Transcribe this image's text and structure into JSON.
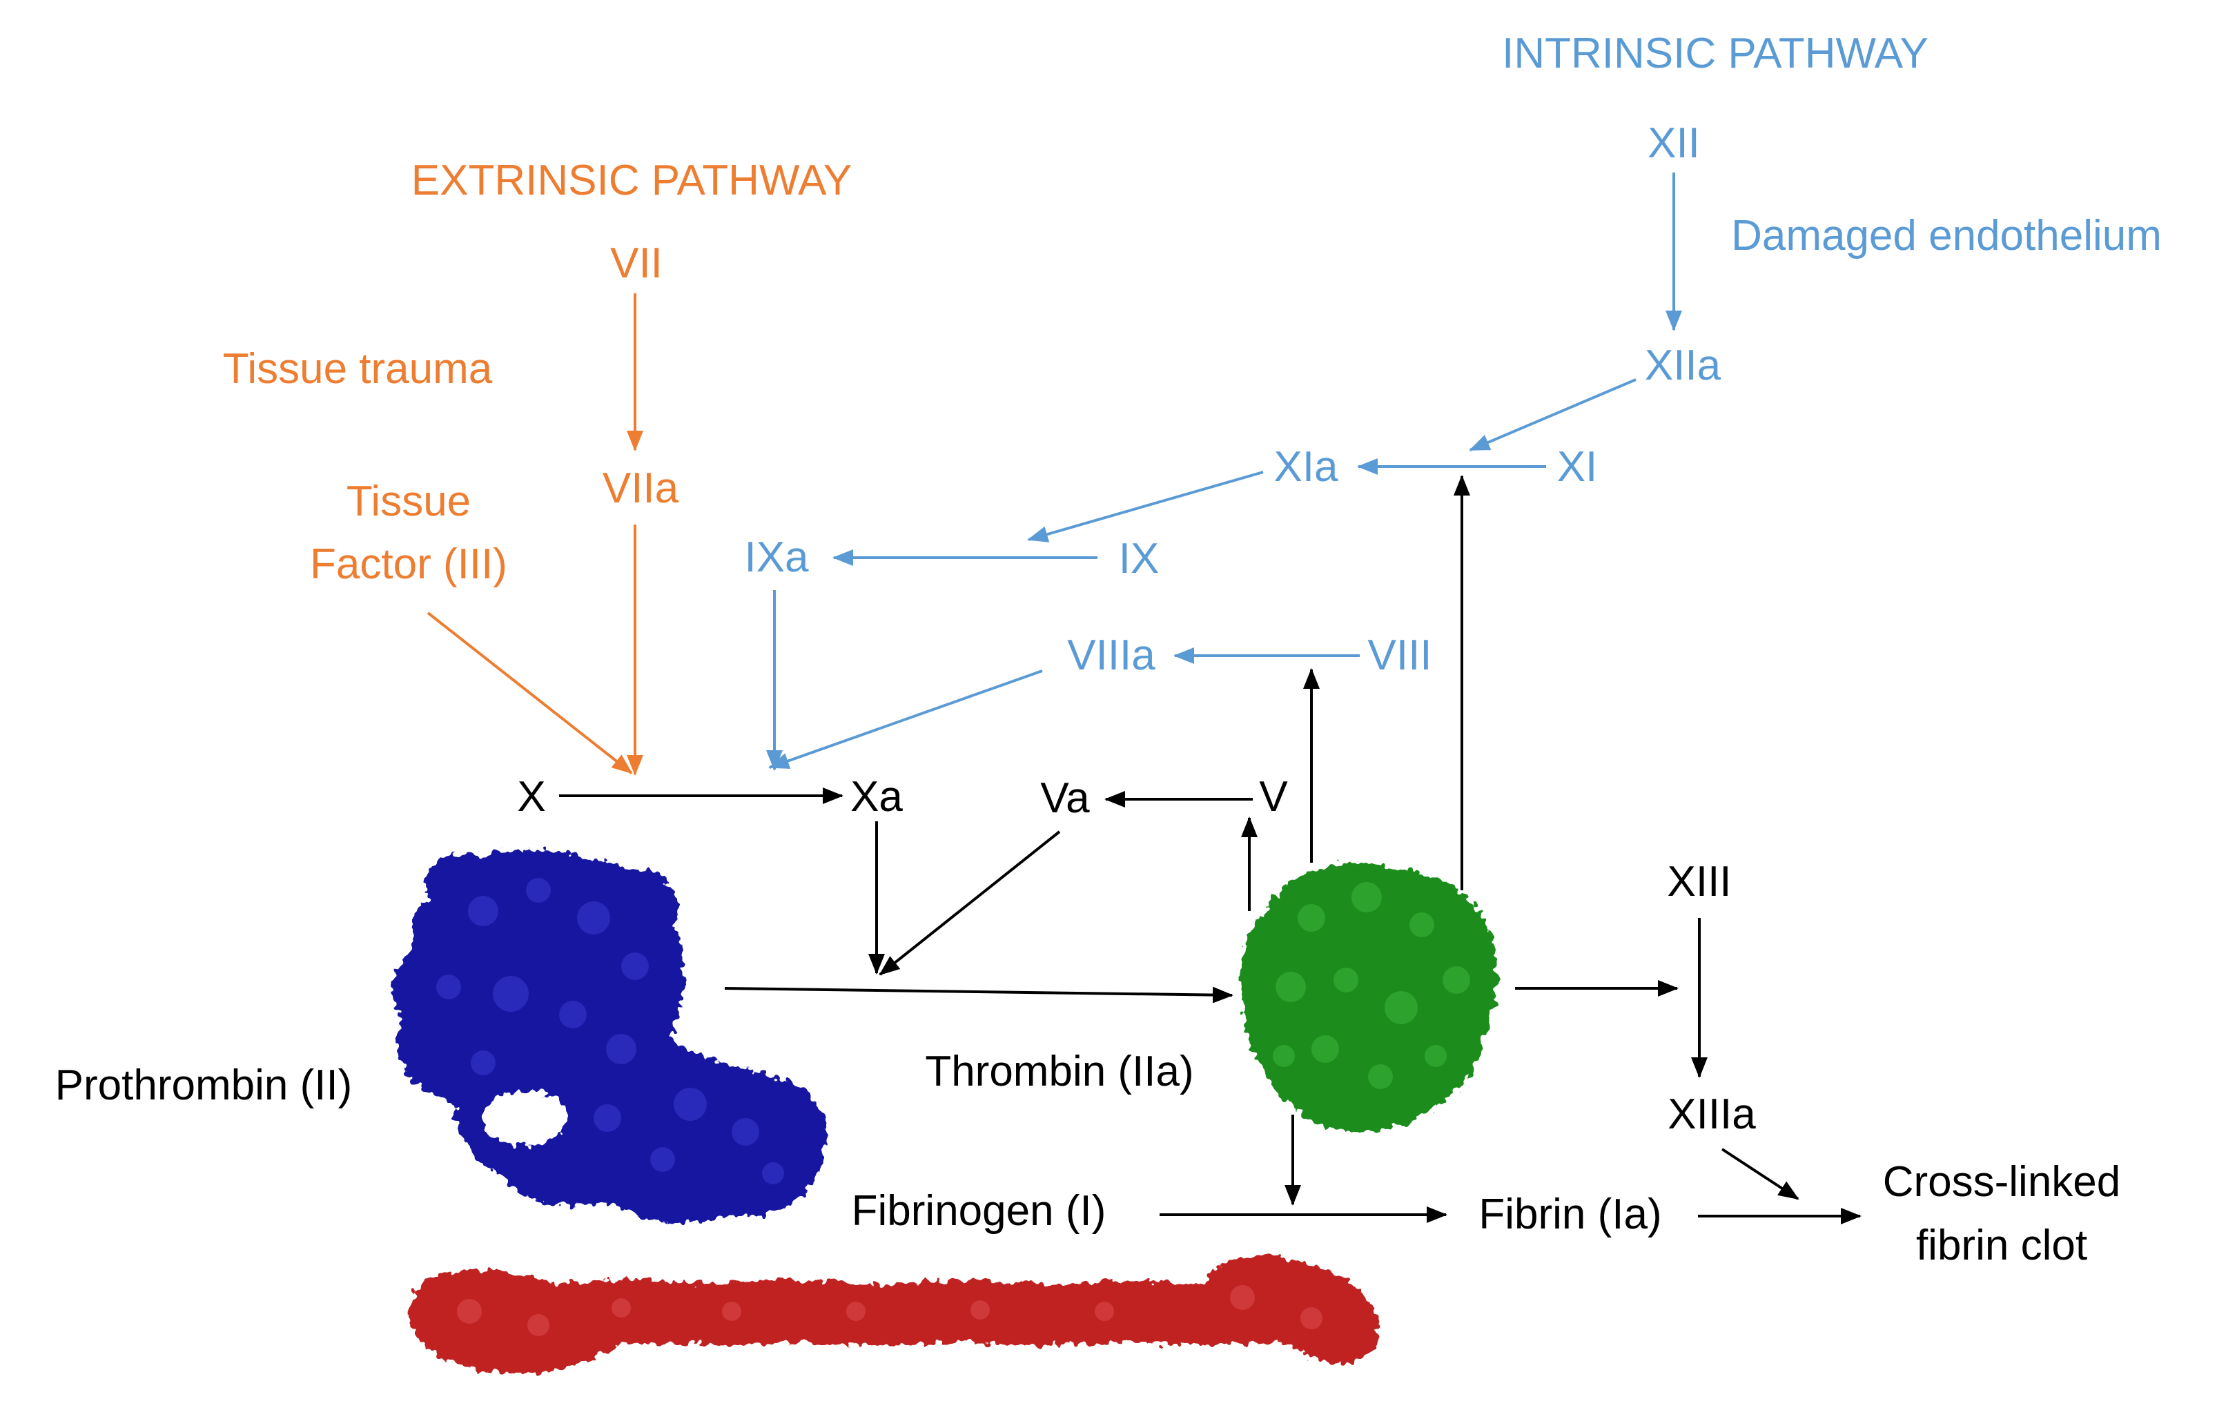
{
  "colors": {
    "extrinsic": "#ed7d31",
    "intrinsic": "#5b9bd5",
    "common": "#000000",
    "prothrombin_protein": "#1414a0",
    "thrombin_protein": "#1e8c1e",
    "fibrinogen_protein": "#c02020"
  },
  "icons": {
    "prothrombin": "prothrombin-surface-structure",
    "thrombin": "thrombin-surface-structure",
    "fibrinogen": "fibrinogen-surface-structure"
  },
  "extrinsic": {
    "title": "EXTRINSIC PATHWAY",
    "vii": "VII",
    "tissue_trauma": "Tissue trauma",
    "viia": "VIIa",
    "tissue_factor_line1": "Tissue",
    "tissue_factor_line2": "Factor (III)"
  },
  "intrinsic": {
    "title": "INTRINSIC PATHWAY",
    "xii": "XII",
    "damaged_endothelium": "Damaged endothelium",
    "xiia": "XIIa",
    "xia": "XIa",
    "xi": "XI",
    "ixa": "IXa",
    "ix": "IX",
    "viiia": "VIIIa",
    "viii": "VIII"
  },
  "common": {
    "x": "X",
    "xa": "Xa",
    "va": "Va",
    "v": "V",
    "prothrombin": "Prothrombin (II)",
    "thrombin": "Thrombin (IIa)",
    "xiii": "XIII",
    "xiiia": "XIIIa",
    "fibrinogen": "Fibrinogen (I)",
    "fibrin": "Fibrin (Ia)",
    "clot_line1": "Cross-linked",
    "clot_line2": "fibrin clot"
  }
}
